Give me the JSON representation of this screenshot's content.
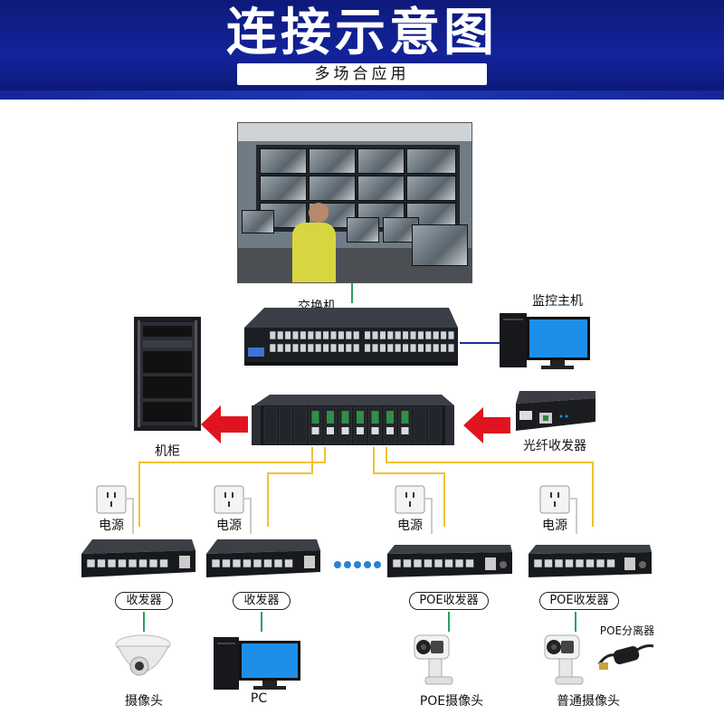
{
  "header": {
    "title": "连接示意图",
    "subtitle": "多场合应用"
  },
  "labels": {
    "switch": "交换机",
    "monitor_host": "监控主机",
    "cabinet": "机柜",
    "fiber_transceiver": "光纤收发器",
    "power_1": "电源",
    "power_2": "电源",
    "power_3": "电源",
    "power_4": "电源",
    "transceiver_1": "收发器",
    "transceiver_2": "收发器",
    "transceiver_3": "POE收发器",
    "transceiver_4": "POE收发器",
    "camera": "摄像头",
    "pc": "PC",
    "poe_camera": "POE摄像头",
    "normal_camera": "普通摄像头",
    "poe_splitter": "POE分离器"
  },
  "colors": {
    "banner": "#13239a",
    "arrow": "#e0141e",
    "fiber_line": "#f2c230",
    "green_line": "#26a35a",
    "blue_line": "#1f2f9a",
    "screen_blue": "#1e8fe8"
  }
}
